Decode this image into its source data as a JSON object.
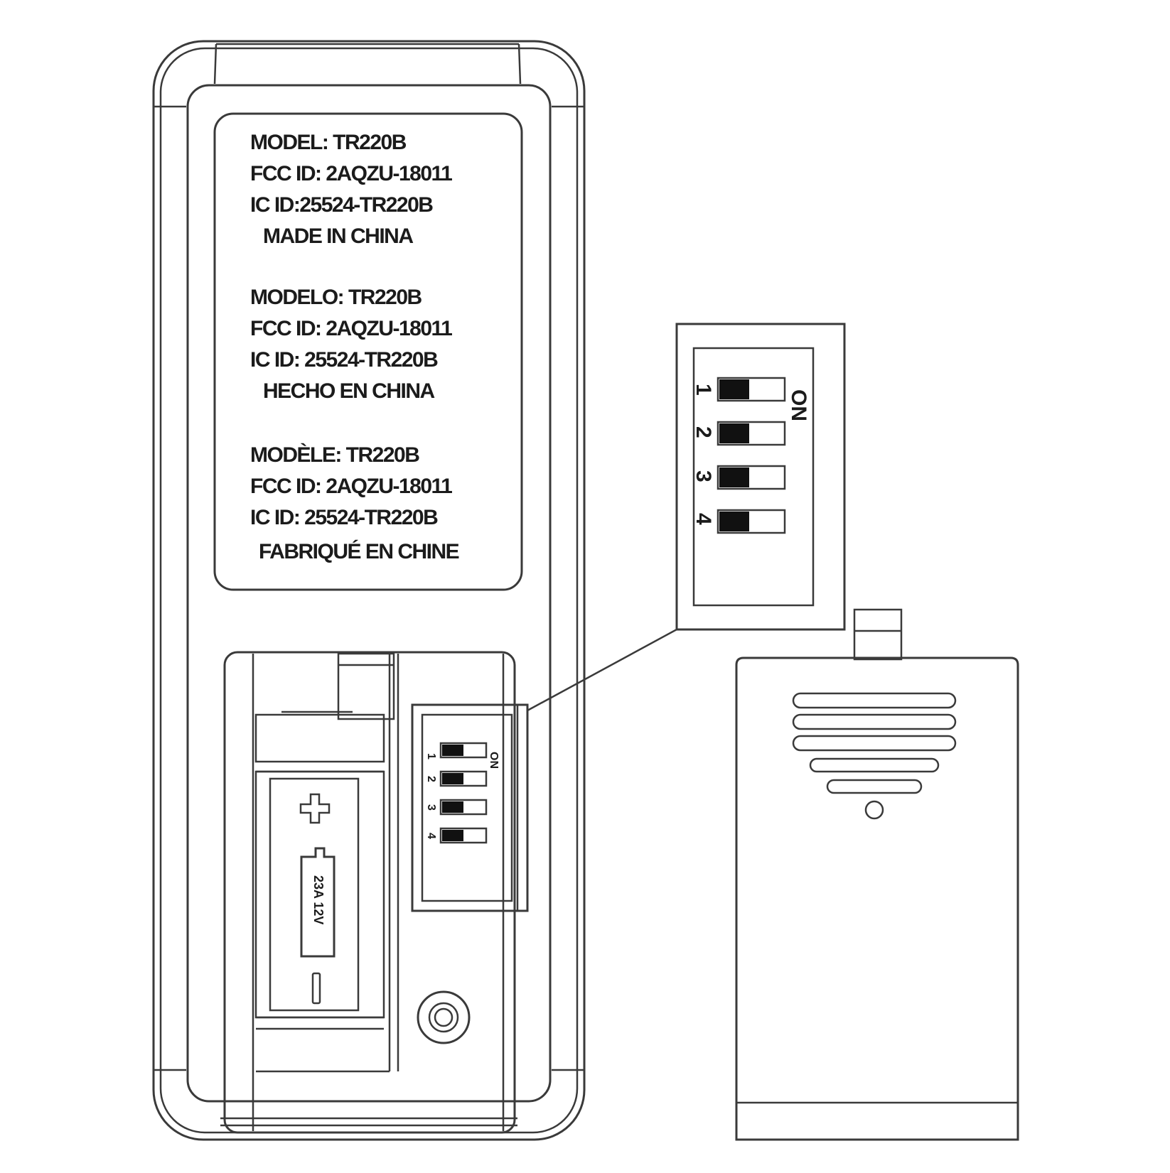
{
  "label_en": {
    "model": "MODEL: TR220B",
    "fcc": "FCC ID: 2AQZU-18011",
    "ic": "IC ID:25524-TR220B",
    "origin": "MADE IN CHINA"
  },
  "label_es": {
    "model": "MODELO: TR220B",
    "fcc": "FCC ID: 2AQZU-18011",
    "ic": "IC ID: 25524-TR220B",
    "origin": "HECHO EN CHINA"
  },
  "label_fr": {
    "model": "MODÈLE: TR220B",
    "fcc": "FCC ID: 2AQZU-18011",
    "ic": "IC ID: 25524-TR220B",
    "origin": "FABRIQUÉ EN CHINE"
  },
  "battery": {
    "plus": "+",
    "minus": "−",
    "type": "23A 12V"
  },
  "dip_switch": {
    "on_label": "ON",
    "switches": [
      "1",
      "2",
      "3",
      "4"
    ]
  }
}
